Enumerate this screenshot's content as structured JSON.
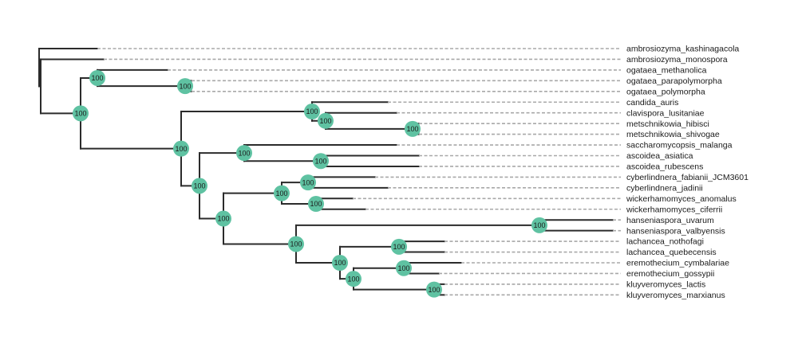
{
  "colors": {
    "branch": "#2b2b2b",
    "leader": "#a8a8a8",
    "node": "#5fc2a2",
    "text": "#1a1a1a"
  },
  "taxa": [
    "ambrosiozyma_kashinagacola",
    "ambrosiozyma_monospora",
    "ogataea_methanolica",
    "ogataea_parapolymorpha",
    "ogataea_polymorpha",
    "candida_auris",
    "clavispora_lusitaniae",
    "metschnikowia_hibisci",
    "metschnikowia_shivogae",
    "saccharomycopsis_malanga",
    "ascoidea_asiatica",
    "ascoidea_rubescens",
    "cyberlindnera_fabianii_JCM3601",
    "cyberlindnera_jadinii",
    "wickerhamomyces_anomalus",
    "wickerhamomyces_ciferrii",
    "hanseniaspora_uvarum",
    "hanseniaspora_valbyensis",
    "lachancea_nothofagi",
    "lachancea_quebecensis",
    "eremothecium_cymbalariae",
    "eremothecium_gossypii",
    "kluyveromyces_lactis",
    "kluyveromyces_marxianus"
  ],
  "support_label": "100"
}
